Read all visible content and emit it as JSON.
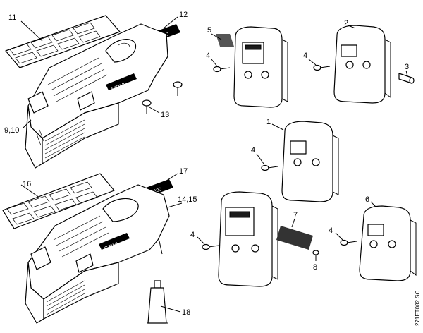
{
  "diagram": {
    "callouts": {
      "c1": "1",
      "c2": "2",
      "c3": "3",
      "c4a": "4",
      "c4b": "4",
      "c4c": "4",
      "c4d": "4",
      "c4e": "4",
      "c5": "5",
      "c6": "6",
      "c7": "7",
      "c8": "8",
      "c9_10": "9,10",
      "c11": "11",
      "c12": "12",
      "c13": "13",
      "c14_15": "14,15",
      "c16": "16",
      "c17": "17",
      "c18": "18"
    },
    "decal_brand": "STIHL",
    "decal_model_fs": "FS 360",
    "decal_model_alt": "FS 400",
    "drawing_code": "271ET082 SC"
  }
}
